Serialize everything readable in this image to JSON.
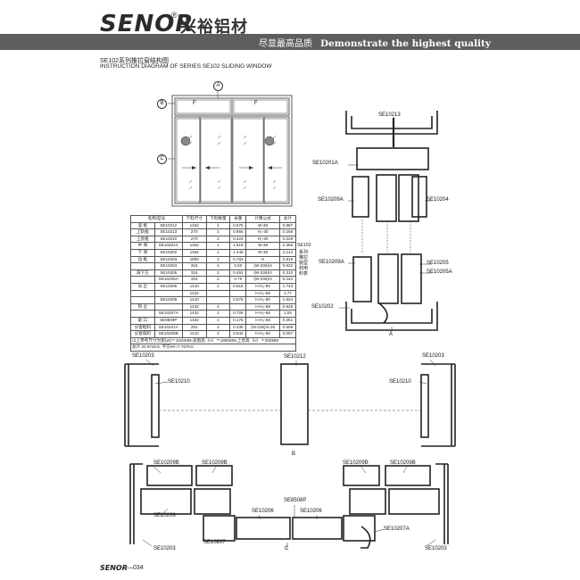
{
  "header": {
    "logo": "SENOR",
    "logo_mark": "®",
    "logo_cn": "兴裕铝材",
    "slogan_cn": "尽显最高品质",
    "slogan_en": "Demonstrate the highest quality"
  },
  "titles": {
    "cn": "SE102系列推拉窗结构图",
    "en": "INSTRUCTION DIAGRAM OF SERIES SE102 SLIDING WINDOW"
  },
  "window_labels": {
    "a": "A",
    "b": "B",
    "c": "C",
    "f": "F"
  },
  "table": {
    "headers": [
      "名称/型号",
      "下料尺寸",
      "下料数量",
      "米重",
      "计算公式",
      "总计"
    ],
    "rows": [
      [
        "竖 框",
        "SE10212",
        "1462",
        "1",
        "0.675",
        "W-38",
        "0.987"
      ],
      [
        "上轨框",
        "SE10213",
        "270",
        "1",
        "0.956",
        "H₂-30",
        "0.258"
      ],
      [
        "上亮框",
        "SE10210",
        "270",
        "2",
        "0.424",
        "H₂-30",
        "0.229"
      ],
      [
        "中 滑",
        "SE10201A",
        "1462",
        "1",
        "1.618",
        "W-38",
        "2.366"
      ],
      [
        "下 滑",
        "SE10202",
        "1462",
        "1",
        "1.445",
        "W-38",
        "2.113"
      ],
      [
        "边 框",
        "SE10203",
        "1800",
        "2",
        "0.783",
        "H",
        "2.819"
      ],
      [
        "",
        "SE10204",
        "316",
        "4",
        "0.50",
        "(W-236)/4",
        "0.632"
      ],
      [
        "扇下方",
        "SE10205",
        "316",
        "2",
        "0.491",
        "(W-236)/4",
        "0.310"
      ],
      [
        "",
        "SE10205A",
        "316",
        "2",
        "0.70",
        "(W-236)/4",
        "0.442"
      ],
      [
        "光 企",
        "SE10206",
        "1410",
        "2",
        "0.618",
        "H-H₂-90",
        "1.743"
      ],
      [
        "",
        "",
        "1432",
        "",
        "",
        "H-H₂-68",
        "1.77"
      ],
      [
        "",
        "SE10209",
        "1410",
        "",
        "0.576",
        "H-H₂-90",
        "1.624"
      ],
      [
        "钩 企",
        "",
        "1432",
        "2",
        "",
        "H-H₂-68",
        "0.825"
      ],
      [
        "",
        "SE10207A",
        "1432",
        "1",
        "0.726",
        "H-H₂-68",
        "1.04"
      ],
      [
        "敲 口",
        "SE8508P",
        "1432",
        "1",
        "0.175",
        "H-H₂-68",
        "0.251"
      ],
      [
        "分窗框料",
        "SE10201A",
        "291",
        "4",
        "0.436",
        "(W-236)/4-25",
        "0.508"
      ],
      [
        "分窗扇料",
        "SE10209B",
        "1410",
        "4",
        "0.542",
        "H-H₂-90",
        "3.057"
      ]
    ],
    "note1": "以上参考尺寸为宽(W)＝1500MM,总窗高（H）＝1800MM,上亮高（H）＝300MM",
    "note2": "总计:20.972KG, 平方M²=7.767KG",
    "side_title": "SE102",
    "side_text": "系列推拉窗型材用料表"
  },
  "profile_labels": {
    "se10213": "SE10213",
    "se10201a": "SE10201A",
    "se10209a": "SE10209A",
    "se10204": "SE10204",
    "se10209a_2": "SE10209A",
    "se10205": "SE10205",
    "se10205a": "SE10205A",
    "se10202": "SE10202",
    "a": "A",
    "se10203_l": "SE10203",
    "se10210_l": "SE10210",
    "se10212": "SE10212",
    "se10203_r": "SE10203",
    "se10210_r": "SE10210",
    "b": "B",
    "se10209b_1": "SE10209B",
    "se10209b_2": "SE10209B",
    "se10209b_3": "SE10209B",
    "se10209b_4": "SE10209B",
    "se8508p": "SE8508P",
    "se10206_l": "SE10206",
    "se10206_m1": "SE10206",
    "se10206_m2": "SE10206",
    "se10207": "SE10207",
    "se10207a": "SE10207A",
    "se10203_bl": "SE10203",
    "se10203_br": "SE10203",
    "c": "C"
  },
  "footer": {
    "logo": "SENOR",
    "page": "—034"
  }
}
